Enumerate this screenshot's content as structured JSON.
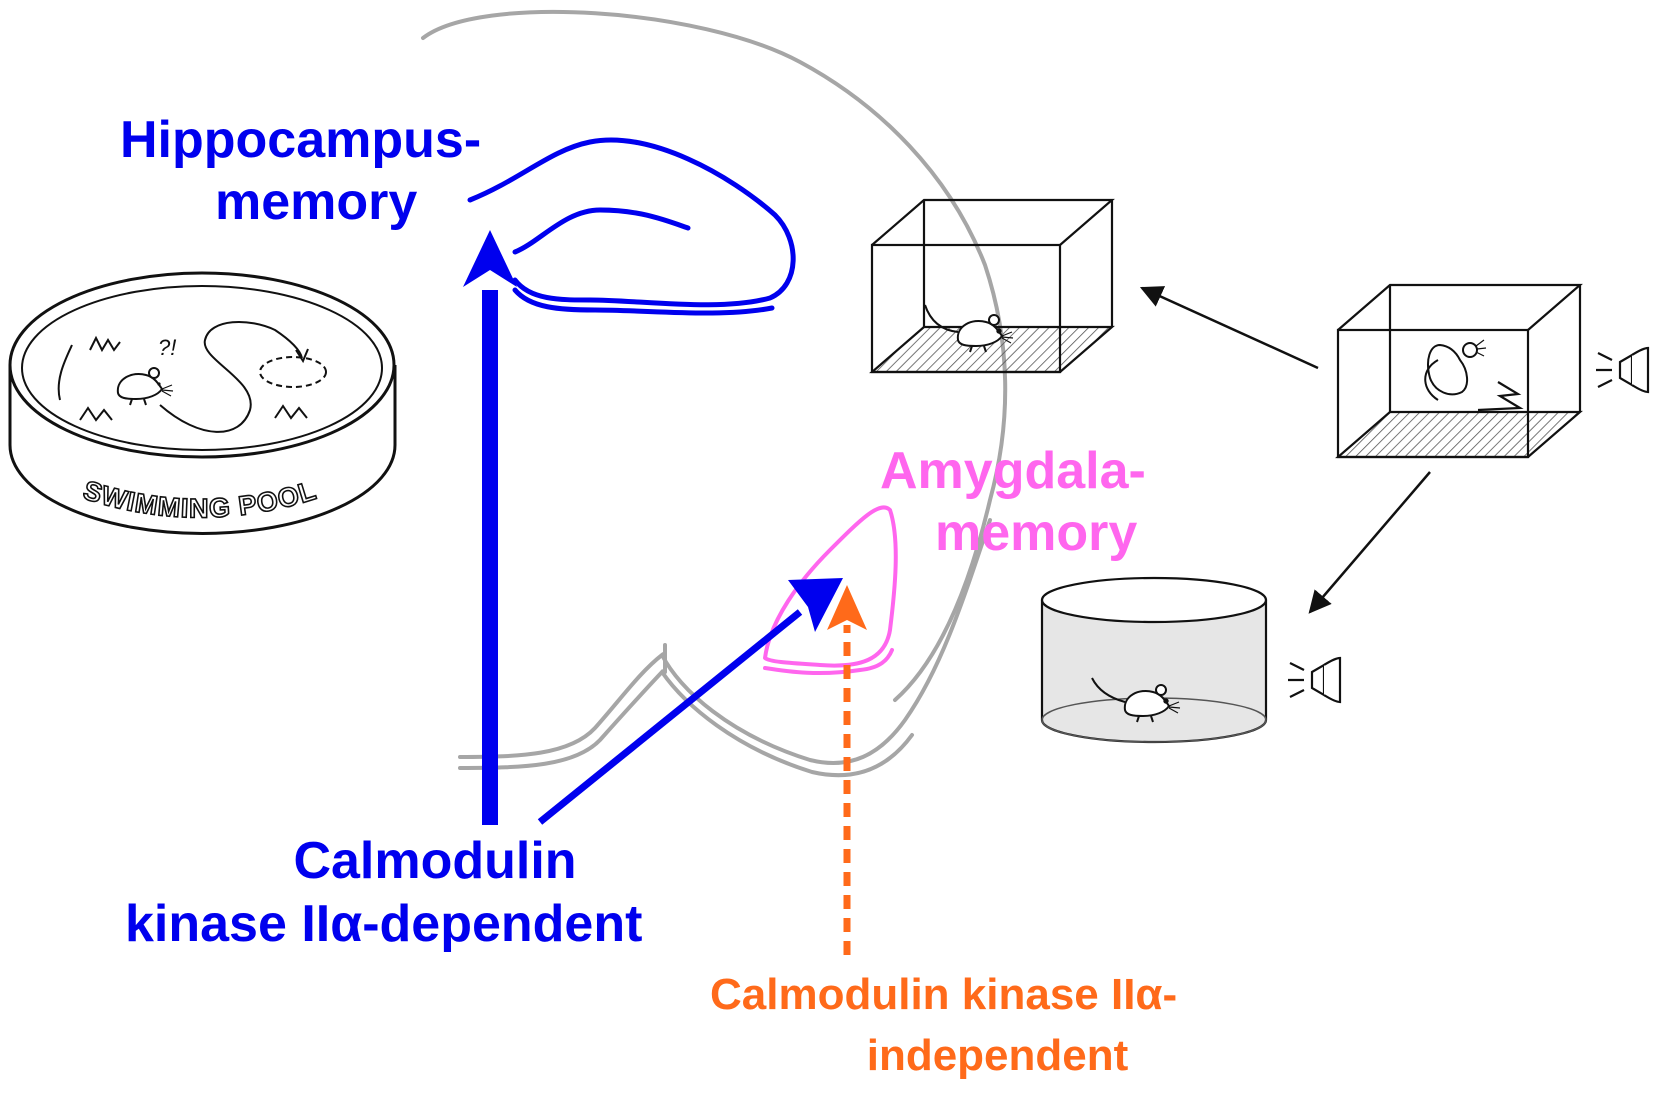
{
  "labels": {
    "hippocampus_line1": "Hippocampus-",
    "hippocampus_line2": "memory",
    "amygdala_line1": "Amygdala-",
    "amygdala_line2": "memory",
    "camk_dependent_line1": "Calmodulin",
    "camk_dependent_line2": "kinase IIα-dependent",
    "camk_independent_line1": "Calmodulin kinase IIα-",
    "camk_independent_line2": "independent",
    "pool_text": "SWIMMING POOL",
    "confusion_mark": "?!"
  },
  "colors": {
    "hippocampus": "#0000ee",
    "amygdala": "#ff66ee",
    "independent": "#ff6a1a",
    "brain_outline": "#a6a6a6",
    "ink": "#111111"
  },
  "icons": [
    "mouse-icon",
    "speaker-icon",
    "shock-icon"
  ]
}
